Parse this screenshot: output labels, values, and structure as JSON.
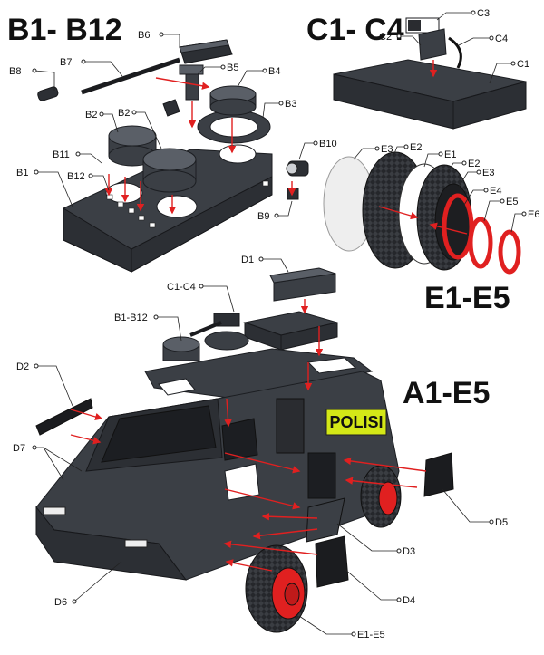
{
  "headings": {
    "b": "B1- B12",
    "c": "C1- C4",
    "e": "E1-E5",
    "a": "A1-E5"
  },
  "labels": {
    "b1": "B1",
    "b2a": "B2",
    "b2b": "B2",
    "b3": "B3",
    "b4": "B4",
    "b5": "B5",
    "b6": "B6",
    "b7": "B7",
    "b8": "B8",
    "b9": "B9",
    "b10": "B10",
    "b11": "B11",
    "b12": "B12",
    "c1": "C1",
    "c2": "C2",
    "c3": "C3",
    "c4": "C4",
    "e1": "E1",
    "e2a": "E2",
    "e2b": "E2",
    "e3a": "E3",
    "e3b": "E3",
    "e4": "E4",
    "e5": "E5",
    "e6": "E6",
    "d1": "D1",
    "c1c4": "C1-C4",
    "b1b12": "B1-B12",
    "d2": "D2",
    "d7": "D7",
    "d6": "D6",
    "d3": "D3",
    "d4": "D4",
    "d5": "D5",
    "e1e5": "E1-E5"
  },
  "vehicle_text": "POLISI",
  "colors": {
    "arrow": "#e02020",
    "body": "#3b3f45",
    "accent": "#d4e817",
    "wheel": "#e02020"
  }
}
